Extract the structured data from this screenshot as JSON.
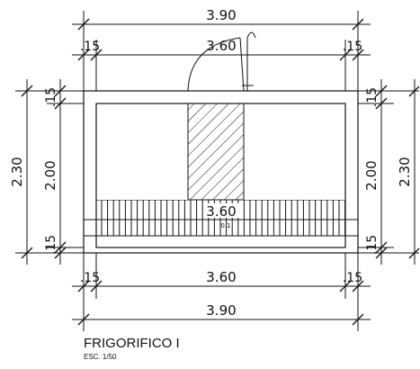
{
  "drawing": {
    "title": "FRIGORIFICO I",
    "scale": "ESC. 1/50"
  },
  "dimensions": {
    "top_overall": "3.90",
    "top_inner": "3.60",
    "top_left_wall": ".15",
    "top_right_wall": ".15",
    "bottom_overall": "3.90",
    "bottom_inner": "3.60",
    "bottom_left_wall": ".15",
    "bottom_right_wall": ".15",
    "left_overall": "2.30",
    "left_inner": "2.00",
    "left_top_wall": ".15",
    "left_bottom_wall": ".15",
    "right_overall": "2.30",
    "right_inner": "2.00",
    "right_top_wall": ".15",
    "right_bottom_wall": ".15",
    "interior_label": "3.60",
    "interior_small": "0.1"
  }
}
